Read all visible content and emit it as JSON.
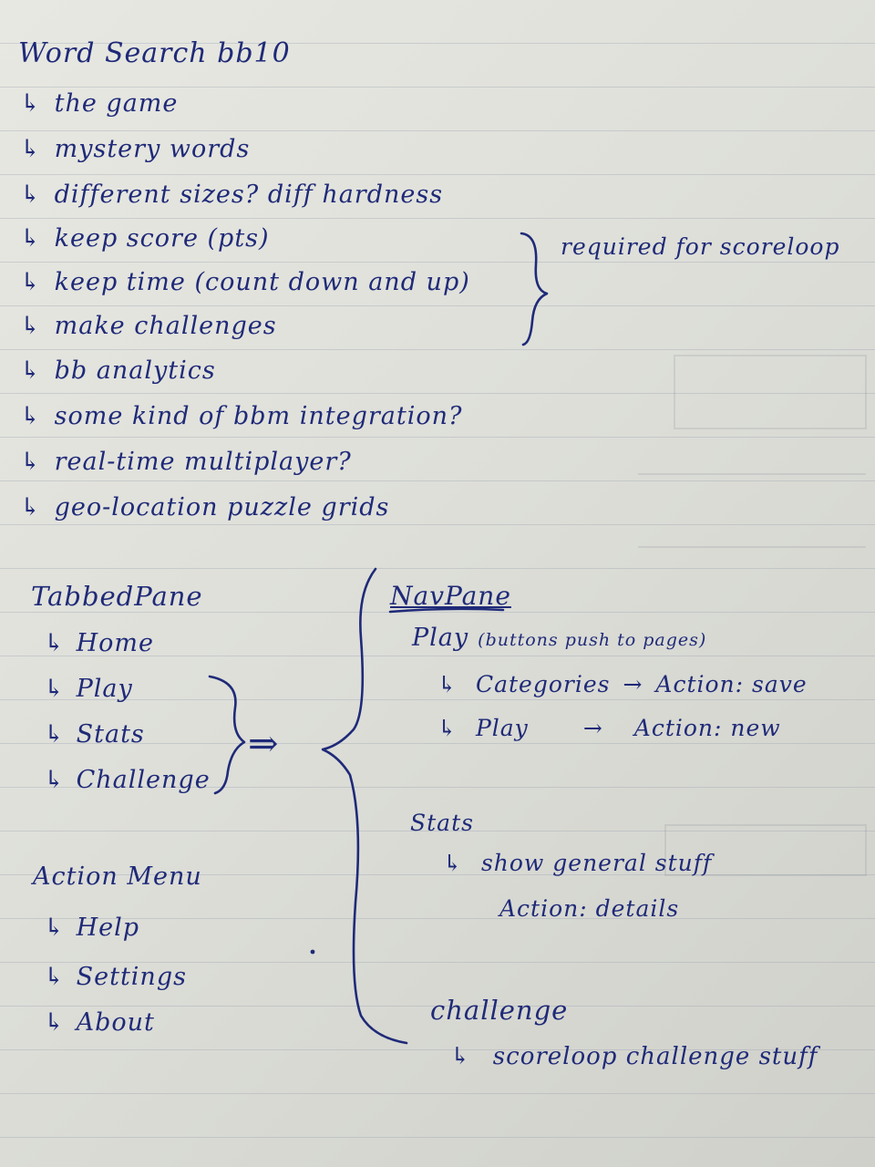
{
  "top": {
    "title": "Word Search bb10",
    "arrow": "↳",
    "items": [
      "the game",
      "mystery words",
      "different sizes? diff hardness",
      "keep score (pts)",
      "keep time (count down and up)",
      "make challenges",
      "bb analytics",
      "some kind of bbm integration?",
      "real-time multiplayer?",
      "geo-location puzzle grids"
    ],
    "brace_note": "required for scoreloop"
  },
  "tabbed": {
    "title": "TabbedPane",
    "items": [
      "Home",
      "Play",
      "Stats",
      "Challenge"
    ]
  },
  "implies": "⇒",
  "action_menu": {
    "title": "Action Menu",
    "items": [
      "Help",
      "Settings",
      "About"
    ]
  },
  "navpane": {
    "title": "NavPane",
    "play_heading": "Play",
    "play_note": "(buttons push to pages)",
    "play_items": [
      {
        "label": "Categories",
        "arrow": "→",
        "action": "Action: save"
      },
      {
        "label": "Play",
        "arrow": "→",
        "action": "Action: new"
      }
    ],
    "stats_heading": "Stats",
    "stats_item": "show general stuff",
    "stats_action": "Action: details",
    "challenge_heading": "challenge",
    "challenge_item": "scoreloop challenge stuff"
  }
}
